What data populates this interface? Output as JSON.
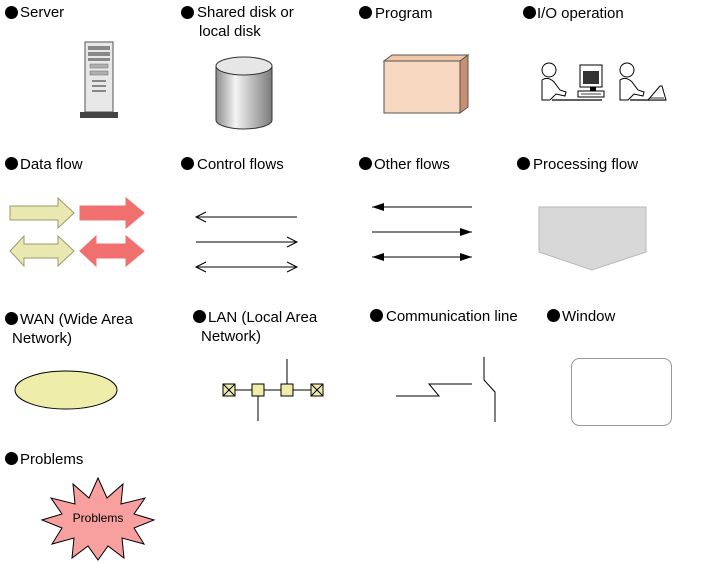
{
  "legend": {
    "server": "Server",
    "shared_disk_line1": "Shared disk or",
    "shared_disk_line2": "local disk",
    "program": "Program",
    "io_operation": "I/O operation",
    "data_flow": "Data flow",
    "control_flows": "Control flows",
    "other_flows": "Other flows",
    "processing_flow": "Processing flow",
    "wan_line1": "WAN (Wide Area",
    "wan_line2": "Network)",
    "lan_line1": "LAN (Local Area",
    "lan_line2": "Network)",
    "communication_line": "Communication line",
    "window": "Window",
    "problems": "Problems",
    "problems_burst_text": "Problems"
  },
  "colors": {
    "data_flow_light": "#e8e8b0",
    "data_flow_red": "#f07070",
    "program_box": "#f6d8c0",
    "wan_ellipse": "#eeeeaa",
    "problems_burst": "#f8a0a0",
    "processing_flow": "#d8d8d8"
  }
}
